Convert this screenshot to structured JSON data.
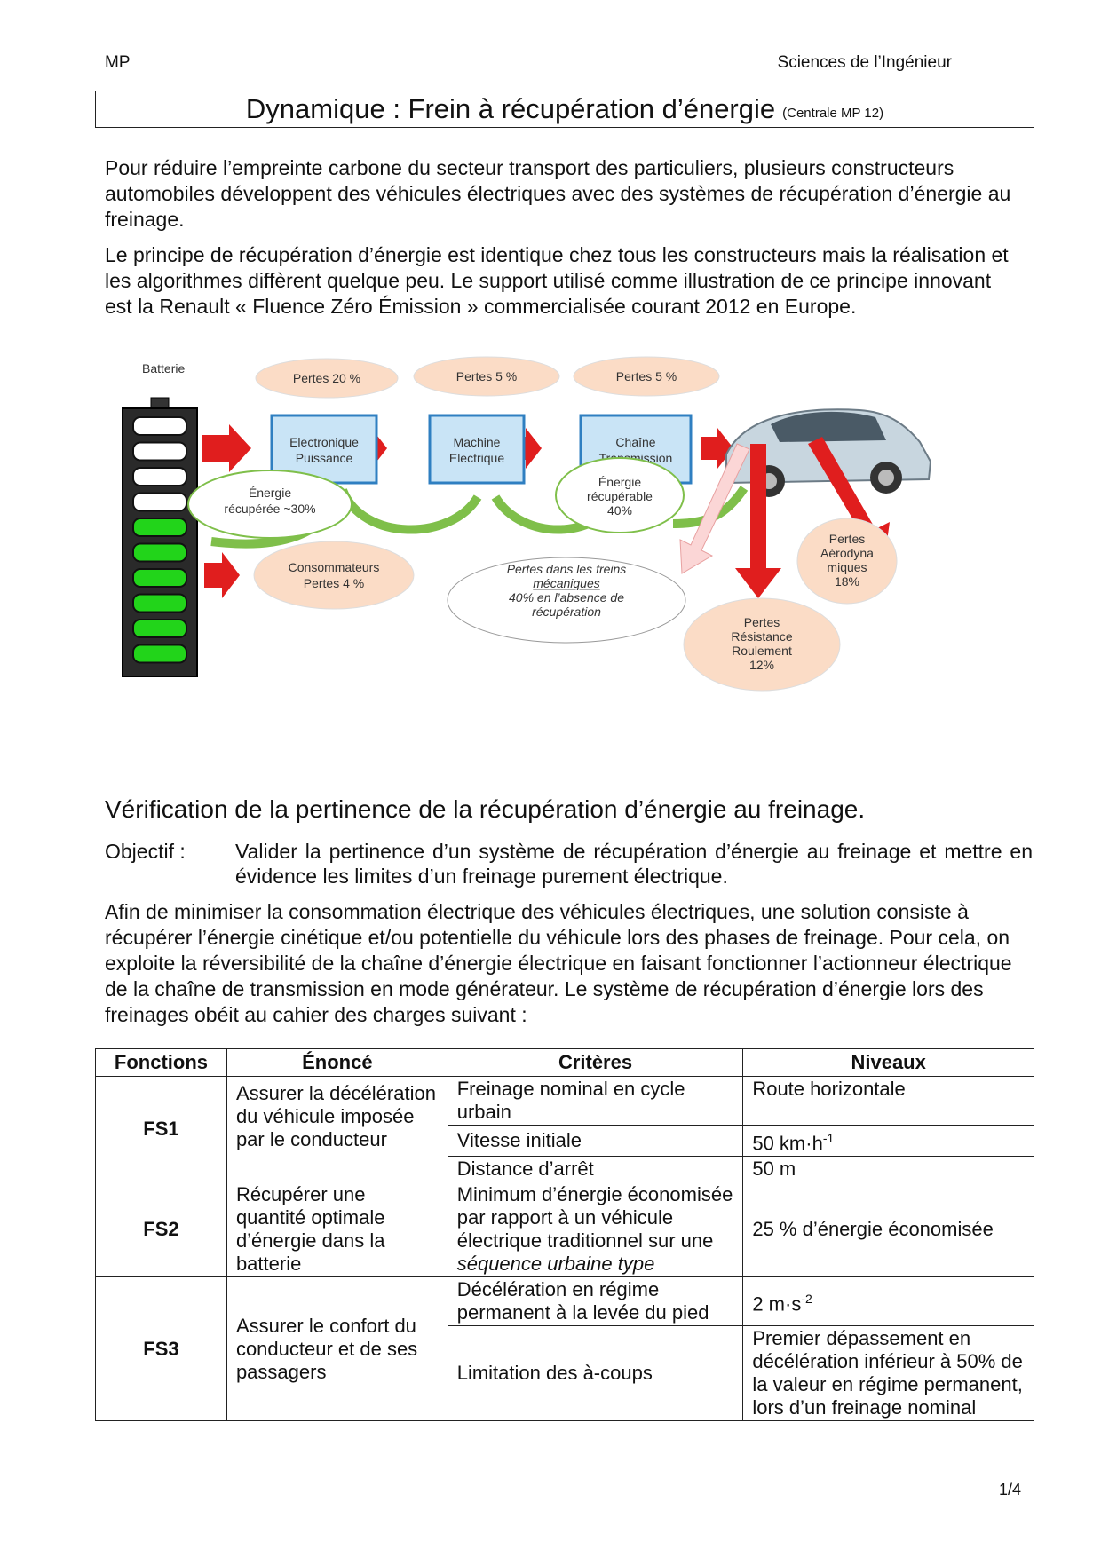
{
  "header": {
    "left": "MP",
    "right": "Sciences de l’Ingénieur"
  },
  "title": {
    "main": "Dynamique : Frein à récupération d’énergie",
    "source": "(Centrale MP 12)"
  },
  "intro": {
    "p1": "Pour réduire l’empreinte carbone du secteur transport des particuliers, plusieurs constructeurs automobiles développent des véhicules électriques avec des systèmes de récupération d’énergie au freinage.",
    "p2": "Le principe de récupération d’énergie est identique chez tous les constructeurs mais la réalisation et les algorithmes diffèrent quelque peu. Le support utilisé comme illustration de ce principe innovant est la Renault « Fluence Zéro Émission » commercialisée courant 2012 en Europe."
  },
  "diagram": {
    "battery_label": "Batterie",
    "battery_cells_charged": 6,
    "battery_cells_total": 10,
    "losses_top": [
      "Pertes 20 %",
      "Pertes 5 %",
      "Pertes 5 %"
    ],
    "blocks": [
      [
        "Electronique",
        "Puissance"
      ],
      [
        "Machine",
        "Electrique"
      ],
      [
        "Chaîne",
        "Transmission"
      ]
    ],
    "energy_recovered": [
      "Énergie",
      "récupérée ~30%"
    ],
    "energy_recoverable": [
      "Énergie",
      "récupérable",
      "40%"
    ],
    "consumers": [
      "Consommateurs",
      "Pertes 4 %"
    ],
    "brake_losses": [
      "Pertes dans les freins",
      "mécaniques",
      "40% en l’absence de",
      "récupération"
    ],
    "aero_losses": [
      "Pertes",
      "Aérodyna",
      "miques",
      "18%"
    ],
    "rolling_losses": [
      "Pertes",
      "Résistance",
      "Roulement",
      "12%"
    ],
    "colors": {
      "bubble_fill": "#fbdcc6",
      "block_fill": "#c9e4f6",
      "block_border": "#2f7fc1",
      "arrow_red": "#e01e1e",
      "arrow_green": "#7fbf4a",
      "cell_green": "#22d41a"
    }
  },
  "section": {
    "title": "Vérification de la pertinence de la récupération d’énergie au freinage.",
    "objective_label": "Objectif :",
    "objective_text": "Valider la pertinence d’un système de récupération d’énergie au freinage et mettre en évidence les limites d’un freinage purement électrique.",
    "p3": "Afin de minimiser la consommation électrique des véhicules électriques, une solution consiste à récupérer l’énergie cinétique et/ou potentielle du véhicule lors des phases de freinage. Pour cela, on exploite la réversibilité de la chaîne d’énergie électrique en faisant fonctionner l’actionneur électrique de la chaîne de transmission en mode générateur. Le système de récupération d’énergie lors des freinages obéit au cahier des charges suivant :"
  },
  "table": {
    "headers": [
      "Fonctions",
      "Énoncé",
      "Critères",
      "Niveaux"
    ],
    "fs1": {
      "id": "FS1",
      "enonce": "Assurer la décélération du véhicule imposée par le conducteur",
      "c1": "Freinage nominal en cycle urbain",
      "n1": "Route horizontale",
      "c2": "Vitesse initiale",
      "n2": "50 km·h",
      "n2_exp": "-1",
      "c3": "Distance d’arrêt",
      "n3": "50 m"
    },
    "fs2": {
      "id": "FS2",
      "enonce": "Récupérer une quantité optimale d’énergie dans la batterie",
      "c1_text": "Minimum d’énergie économisée par rapport à un véhicule électrique traditionnel sur une ",
      "c1_italic": "séquence urbaine type",
      "n1": "25 % d’énergie économisée"
    },
    "fs3": {
      "id": "FS3",
      "enonce": "Assurer le confort du conducteur et de ses passagers",
      "c1": "Décélération en régime permanent à la levée du pied",
      "n1": "2 m·s",
      "n1_exp": "-2",
      "c2": "Limitation des à-coups",
      "n2": "Premier dépassement en décélération inférieur à 50% de la valeur en régime permanent, lors d’un freinage nominal"
    }
  },
  "page_number": "1/4"
}
